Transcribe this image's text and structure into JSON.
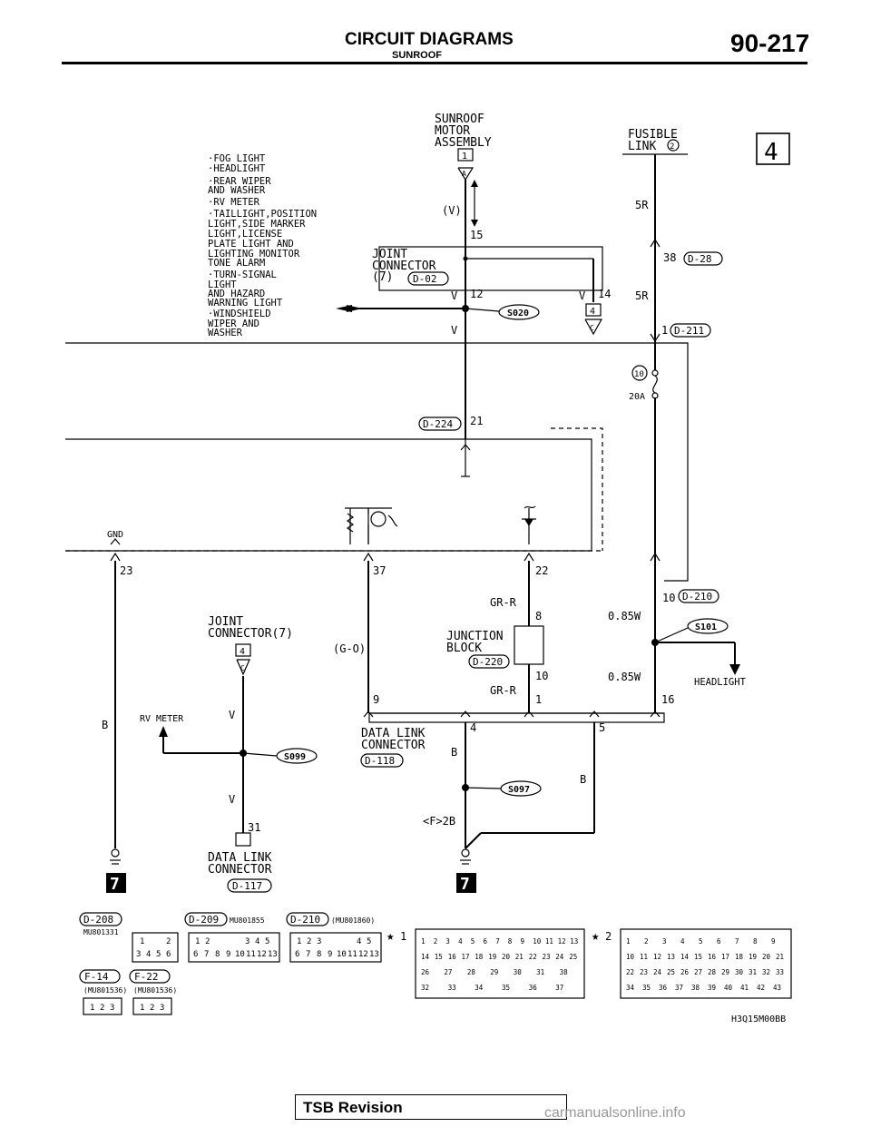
{
  "header": {
    "title": "CIRCUIT DIAGRAMS",
    "subtitle": "SUNROOF",
    "page": "90-217"
  },
  "footer": {
    "label": "TSB Revision"
  },
  "watermark": "carmanualsonline.info",
  "diagram_code": "H3Q15M00BB",
  "sheet_number": "4",
  "ground_markers": [
    "7",
    "7"
  ],
  "components": {
    "sunroof_motor": [
      "SUNROOF",
      "MOTOR",
      "ASSEMBLY"
    ],
    "sunroof_motor_pin": "1",
    "sunroof_motor_terminal": "A",
    "fusible_link": [
      "FUSIBLE",
      "LINK"
    ],
    "fusible_link_num": "2",
    "fuse_num": "10",
    "fuse_rating": "20A",
    "joint_connector_top": [
      "JOINT",
      "CONNECTOR",
      "(7)"
    ],
    "joint_connector_top_code": "D-02",
    "joint_pin_4": "4",
    "joint_terminal_c": "C",
    "joint_connector_bottom": [
      "JOINT",
      "CONNECTOR(7)"
    ],
    "junction_block": [
      "JUNCTION",
      "BLOCK"
    ],
    "junction_block_code": "D-220",
    "data_link_connector": [
      "DATA LINK",
      "CONNECTOR"
    ],
    "data_link_connector_code": "D-118",
    "data_link_connector_bottom": [
      "DATA LINK",
      "CONNECTOR"
    ],
    "data_link_connector_bottom_code": "D-117",
    "headlight": "HEADLIGHT",
    "rv_meter": "RV METER",
    "gnd": "GND"
  },
  "circuits_list": [
    "·FOG LIGHT",
    "·HEADLIGHT",
    "·REAR WIPER",
    " AND WASHER",
    "·RV METER",
    "·TAILLIGHT,POSITION",
    " LIGHT,SIDE MARKER",
    " LIGHT,LICENSE",
    " PLATE LIGHT AND",
    " LIGHTING MONITOR",
    " TONE ALARM",
    "·TURN-SIGNAL",
    " LIGHT",
    " AND HAZARD",
    " WARNING LIGHT",
    "·WINDSHIELD",
    " WIPER AND",
    " WASHER"
  ],
  "splices": [
    "S020",
    "S101",
    "S099",
    "S097"
  ],
  "wires": {
    "v_paren": "(V)",
    "v": "V",
    "r5": "5R",
    "gr_r": "GR-R",
    "g_o": "(G-O)",
    "w085": "0.85W",
    "b": "B",
    "f2b": "<F>2B"
  },
  "pins": {
    "p15": "15",
    "p12": "12",
    "p14": "14",
    "p38": "38",
    "p1": "1",
    "p21": "21",
    "p23": "23",
    "p37": "37",
    "p22": "22",
    "p8": "8",
    "p10": "10",
    "p9": "9",
    "p16": "16",
    "p4": "4",
    "p5": "5",
    "p31": "31"
  },
  "connector_codes": {
    "d28": "D-28",
    "d211": "D-211",
    "d224": "D-224",
    "d210": "D-210"
  },
  "legend": {
    "d208": {
      "code": "D-208",
      "part": "MU801331",
      "top": [
        "1",
        "2"
      ],
      "bottom": [
        "3",
        "4",
        "5",
        "6"
      ]
    },
    "d209": {
      "code": "D-209",
      "part": "MU801855",
      "top": [
        "1",
        "2",
        "3",
        "4",
        "5"
      ],
      "bottom": [
        "6",
        "7",
        "8",
        "9",
        "10",
        "11",
        "12",
        "13"
      ]
    },
    "d210": {
      "code": "D-210",
      "part": "(MU801860)",
      "top": [
        "1",
        "2",
        "3",
        "4",
        "5"
      ],
      "bottom": [
        "6",
        "7",
        "8",
        "9",
        "10",
        "11",
        "12",
        "13"
      ]
    },
    "f14": {
      "code": "F-14",
      "part": "(MU801536)",
      "pins": [
        "1",
        "2",
        "3"
      ]
    },
    "f22": {
      "code": "F-22",
      "part": "(MU801536)",
      "pins": [
        "1",
        "2",
        "3"
      ]
    },
    "star1": {
      "mark": "1",
      "rows": [
        [
          "1",
          "2",
          "3",
          "4",
          "5",
          "6",
          "7",
          "8",
          "9",
          "10",
          "11",
          "12",
          "13"
        ],
        [
          "14",
          "15",
          "16",
          "17",
          "18",
          "19",
          "20",
          "21",
          "22",
          "23",
          "24",
          "25"
        ],
        [
          "26",
          "27",
          "28",
          "29",
          "30",
          "31",
          "38"
        ],
        [
          "32",
          "33",
          "34",
          "35",
          "36",
          "37"
        ]
      ]
    },
    "star2": {
      "mark": "2",
      "rows": [
        [
          "1",
          "2",
          "3",
          "4",
          "5",
          "6",
          "7",
          "8",
          "9"
        ],
        [
          "10",
          "11",
          "12",
          "13",
          "14",
          "15",
          "16",
          "17",
          "18",
          "19",
          "20",
          "21"
        ],
        [
          "22",
          "23",
          "24",
          "25",
          "26",
          "27",
          "28",
          "29",
          "30",
          "31",
          "32",
          "33"
        ],
        [
          "34",
          "35",
          "36",
          "37",
          "38",
          "39",
          "40",
          "41",
          "42",
          "43"
        ]
      ]
    }
  }
}
